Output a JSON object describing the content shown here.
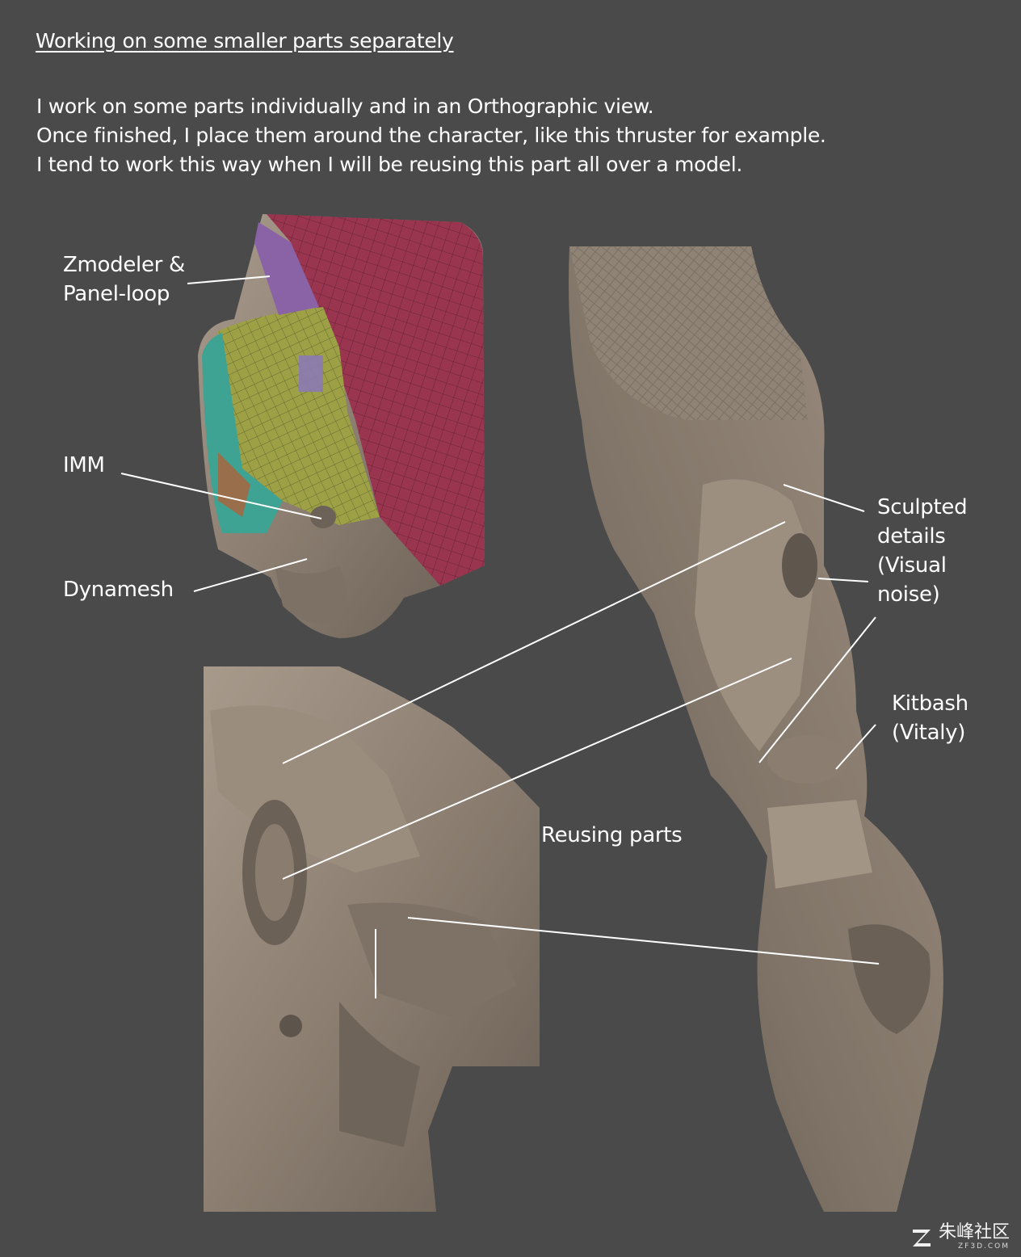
{
  "heading": "Working on some smaller parts separately",
  "intro": [
    "I work on some parts individually and in an Orthographic view.",
    "Once finished, I place them around the character, like this thruster for example.",
    "I tend to work this way when I will be reusing this part all over a model."
  ],
  "labels": {
    "zmodeler_line1": "Zmodeler &",
    "zmodeler_line2": "Panel-loop",
    "imm": "IMM",
    "dynamesh": "Dynamesh",
    "sculpted_line1": "Sculpted",
    "sculpted_line2": "details",
    "sculpted_line3": "(Visual",
    "sculpted_line4": "noise)",
    "kitbash_line1": "Kitbash",
    "kitbash_line2": "(Vitaly)",
    "reusing": "Reusing parts"
  },
  "watermark": {
    "cn": "朱峰社区",
    "en": "ZF3D.COM"
  },
  "colors": {
    "background": "#4a4a4a",
    "clay": "#8c7f72",
    "panel_red": "#9a3550",
    "panel_teal": "#3fa393",
    "panel_yellow": "#9ea046",
    "text": "#ffffff"
  }
}
